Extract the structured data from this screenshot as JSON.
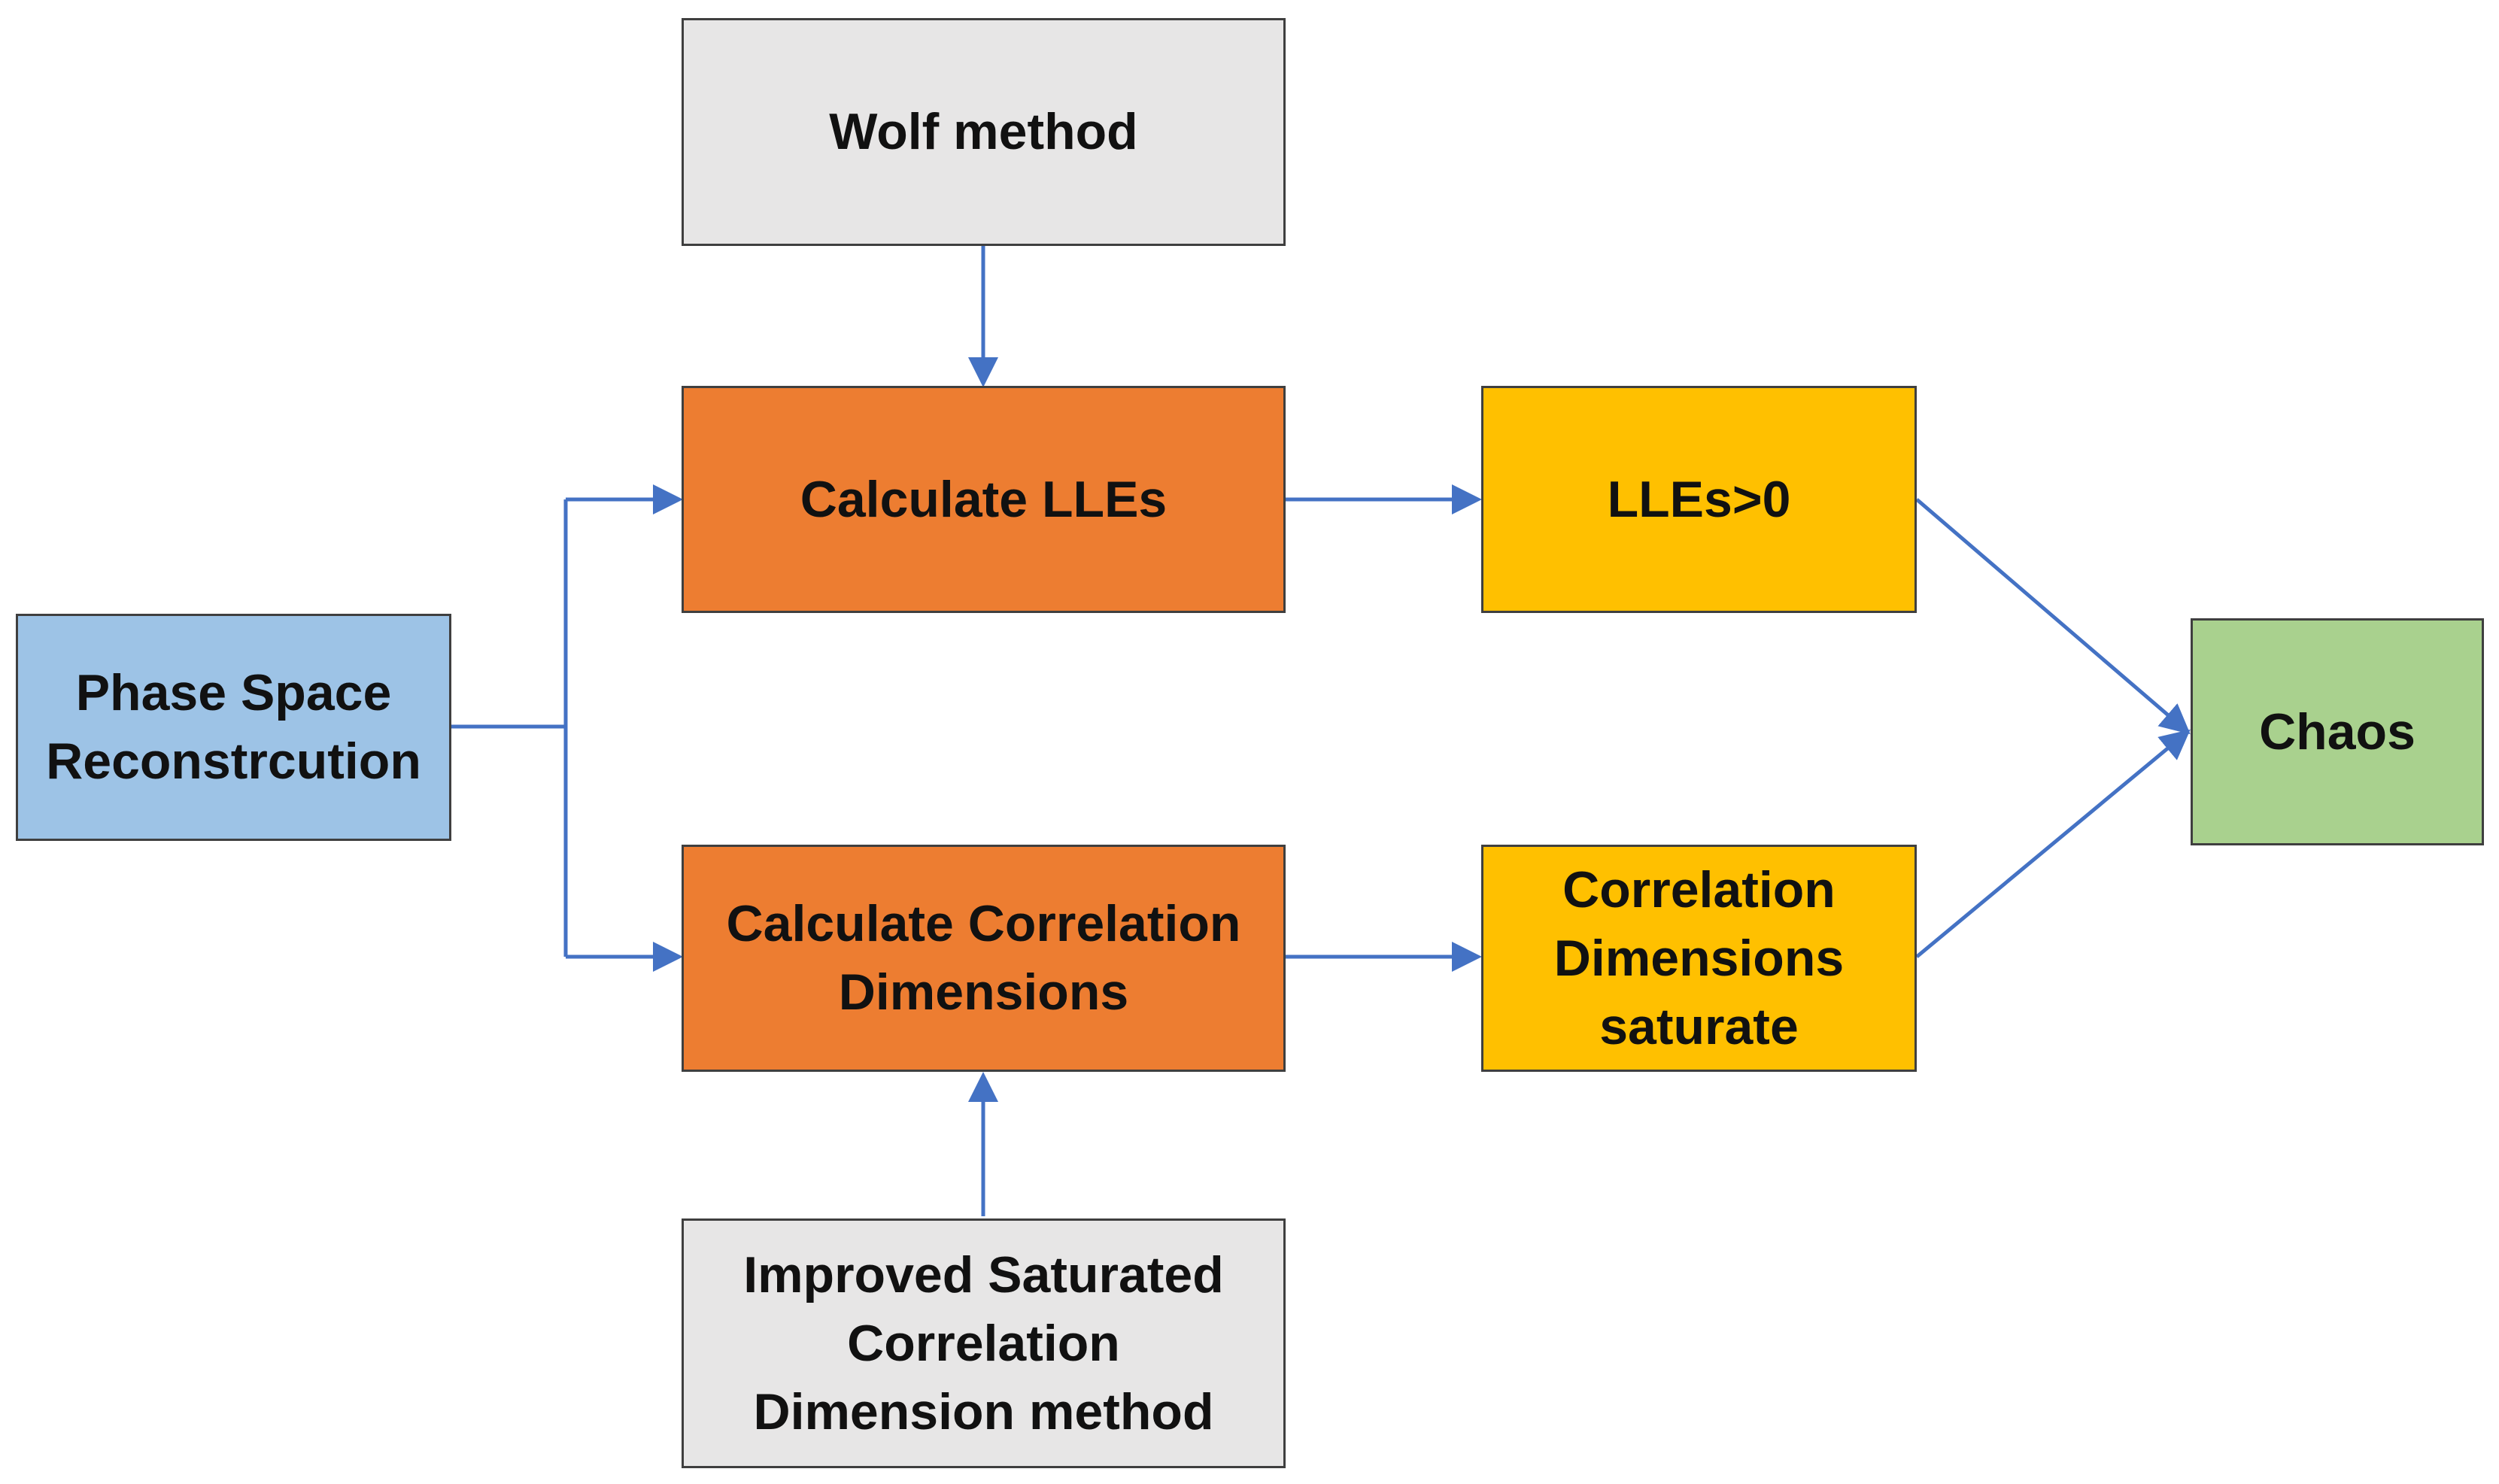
{
  "diagram": {
    "nodes": {
      "wolf": {
        "label": "Wolf method",
        "color": "#e7e6e6"
      },
      "calc_lles": {
        "label": "Calculate LLEs",
        "color": "#ed7d31"
      },
      "lles_pos": {
        "label": "LLEs>0",
        "color": "#ffc000"
      },
      "phase_space": {
        "label": "Phase Space\nReconstrcution",
        "color": "#9dc3e6"
      },
      "chaos": {
        "label": "Chaos",
        "color": "#a9d18e"
      },
      "calc_cd": {
        "label": "Calculate Correlation\nDimensions",
        "color": "#ed7d31"
      },
      "cd_sat": {
        "label": "Correlation\nDimensions\nsaturate",
        "color": "#ffc000"
      },
      "improved": {
        "label": "Improved Saturated\nCorrelation\nDimension method",
        "color": "#e7e6e6"
      }
    },
    "edges": [
      {
        "from": "wolf",
        "to": "calc_lles"
      },
      {
        "from": "phase_space",
        "to": "calc_lles"
      },
      {
        "from": "phase_space",
        "to": "calc_cd"
      },
      {
        "from": "calc_lles",
        "to": "lles_pos"
      },
      {
        "from": "calc_cd",
        "to": "cd_sat"
      },
      {
        "from": "improved",
        "to": "calc_cd"
      },
      {
        "from": "lles_pos",
        "to": "chaos"
      },
      {
        "from": "cd_sat",
        "to": "chaos"
      }
    ],
    "line_color": "#4472c4"
  }
}
